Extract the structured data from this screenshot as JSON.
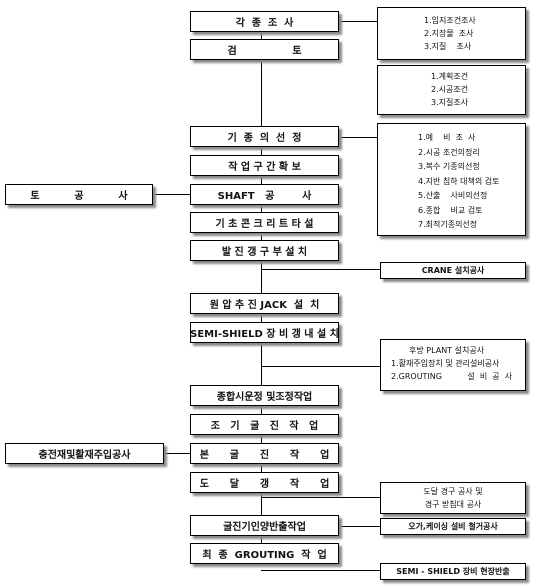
{
  "steps": [
    "각  종  조  사",
    "검                토",
    "기  종  의  선  정",
    "작 업 구 간 확 보",
    "SHAFT   공        사",
    "기 초 콘 크 리 트 타 설",
    "발 진 갱 구 부 설 치",
    "원 압 추 진 JACK  설  치",
    "SEMI-SHIELD 장 비 갱 내 설 치",
    "종합시운정 및조정작업",
    "조   기   굴   진   작   업",
    "본      굴      진      작      업",
    "도      달      갱      작      업",
    "굴진기인양반출작업",
    "최  종  GROUTING  작  업"
  ],
  "left_boxes": {
    "earthwork": "토          공          사",
    "backfill": "충전재및활재주입공사"
  },
  "side_boxes": {
    "survey": [
      "1.입지조건조사",
      "2.지장물  조사",
      "3.지질    조사"
    ],
    "review": [
      "1.계획조건",
      "2.시공조건",
      "3.지질조사"
    ],
    "selection": [
      "1.예    비  조  사",
      "2.시공 조건의정리",
      "3.복수 기종의선정",
      "4.지반 침하 대책의 검토",
      "5.산출    사비의선정",
      "6.종합    비교 검토",
      "7.최적기종의선정"
    ],
    "crane": "CRANE 설치공사",
    "plant": [
      "후방 PLANT 설치공사",
      "1.활재주입장치 및 관리설비공사",
      "2.GROUTING          설  비  공  사"
    ],
    "arrival": [
      "도달 경구 공사 및",
      "경구 받침대 공사"
    ],
    "removal": "오가,케이싱 설비 철거공사",
    "shield_out": "SEMI - SHIELD 장비 현장반출"
  }
}
